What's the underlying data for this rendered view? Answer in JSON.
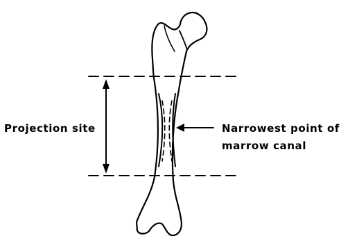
{
  "labels": {
    "projection_site": "Projection site",
    "narrowest_point_line1": "Narrowest point of",
    "narrowest_point_line2": "marrow canal"
  },
  "colors": {
    "ink": "#000000",
    "background": "#ffffff"
  }
}
